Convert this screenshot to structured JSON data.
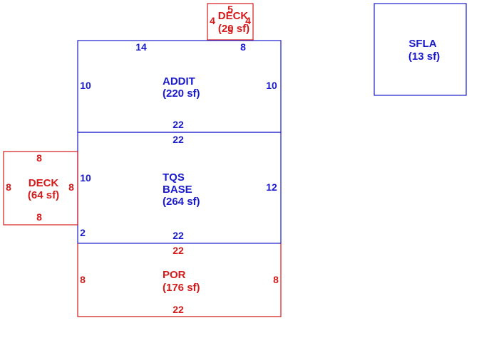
{
  "colors": {
    "main": "#1a1acc",
    "secondary": "#d41a1a",
    "background": "#ffffff"
  },
  "areas": [
    {
      "id": "deck-top",
      "color": "secondary",
      "label": [
        "DECK",
        "(20 sf)"
      ],
      "dims": [
        "5",
        "4",
        "4",
        "5"
      ]
    },
    {
      "id": "sfla",
      "color": "main",
      "label": [
        "SFLA",
        "(13 sf)"
      ],
      "dims": []
    },
    {
      "id": "addit",
      "color": "main",
      "label": [
        "ADDIT",
        "(220 sf)"
      ],
      "dims": [
        "14",
        "8",
        "10",
        "10",
        "22"
      ]
    },
    {
      "id": "tqs-base",
      "color": "main",
      "label": [
        "TQS",
        "BASE",
        "(264 sf)"
      ],
      "dims": [
        "22",
        "10",
        "12",
        "2",
        "22"
      ]
    },
    {
      "id": "deck-left",
      "color": "secondary",
      "label": [
        "DECK",
        "(64 sf)"
      ],
      "dims": [
        "8",
        "8",
        "8",
        "8"
      ]
    },
    {
      "id": "por",
      "color": "secondary",
      "label": [
        "POR",
        "(176 sf)"
      ],
      "dims": [
        "22",
        "8",
        "8",
        "22"
      ]
    }
  ]
}
